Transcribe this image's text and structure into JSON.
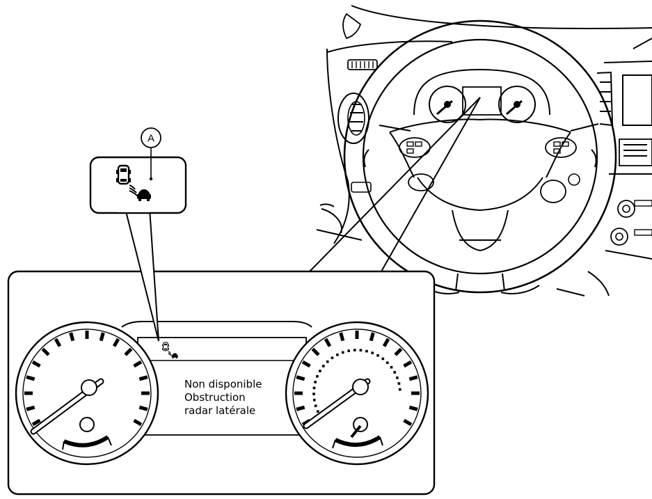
{
  "callout": {
    "label": "A"
  },
  "display": {
    "message_lines": [
      "Non disponible",
      "Obstruction",
      "radar latérale"
    ]
  },
  "icons": {
    "warning_icon": "blind-spot-radar-obstruction-icon"
  },
  "colors": {
    "line": "#000000",
    "background": "#ffffff"
  }
}
